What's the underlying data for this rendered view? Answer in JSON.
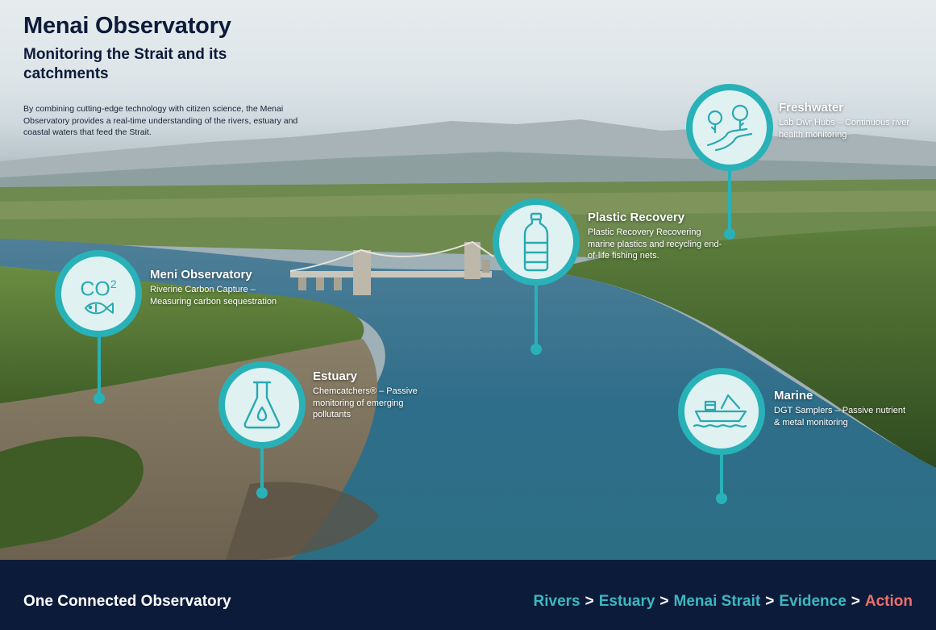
{
  "header": {
    "title": "Menai Observatory",
    "subtitle": "Monitoring the Strait and its catchments",
    "intro": "By combining cutting-edge technology with citizen science, the Menai Observatory provides a real-time understanding of the rivers, estuary and coastal waters that feed the Strait."
  },
  "hotspots": {
    "freshwater": {
      "title": "Freshwater",
      "description": "Lab Dŵr Hubs – Continuous river health monitoring",
      "icon": "river-trees-icon"
    },
    "plastic": {
      "title": "Plastic Recovery",
      "description": "Plastic Recovery Recovering marine plastics and recycling end-of-life fishing nets.",
      "icon": "plastic-bottle-icon"
    },
    "meni": {
      "title": "Meni Observatory",
      "description": "Riverine Carbon Capture – Measuring carbon sequestration",
      "icon": "co2-fish-icon",
      "icon_text": "CO",
      "icon_sup": "2"
    },
    "estuary": {
      "title": "Estuary",
      "description": "Chemcatchers® – Passive monitoring of emerging pollutants",
      "icon": "flask-icon"
    },
    "marine": {
      "title": "Marine",
      "description": "DGT Samplers – Passive nutrient & metal monitoring",
      "icon": "boat-icon"
    }
  },
  "footer": {
    "title": "One Connected Observatory",
    "separator": ">",
    "flow": [
      "Rivers",
      "Estuary",
      "Menai Strait",
      "Evidence",
      "Action"
    ]
  },
  "colors": {
    "navy": "#0d1b3a",
    "teal": "#29b1b8",
    "teal_light": "#dff2f1",
    "action": "#ee6f6a"
  }
}
